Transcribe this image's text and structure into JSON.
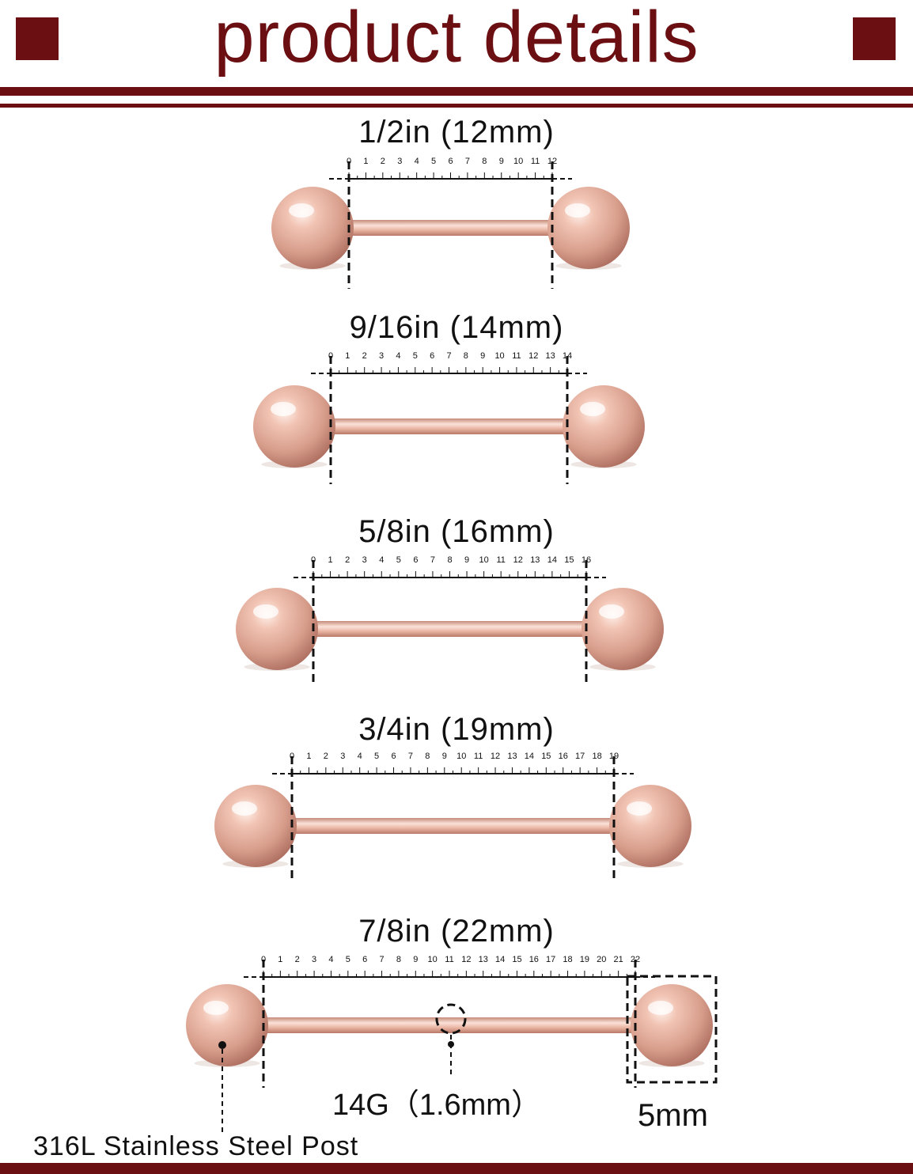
{
  "header": {
    "title": "product details"
  },
  "colors": {
    "accent": "#6b0f12",
    "metal": "#d9a08f",
    "metal_dark": "#b87767",
    "ink": "#111111"
  },
  "barbells": [
    {
      "label": "1/2in (12mm)",
      "mm": 12
    },
    {
      "label": "9/16in (14mm)",
      "mm": 14
    },
    {
      "label": "5/8in (16mm)",
      "mm": 16
    },
    {
      "label": "3/4in (19mm)",
      "mm": 19
    },
    {
      "label": "7/8in (22mm)",
      "mm": 22
    }
  ],
  "annotations": {
    "gauge": "14G（1.6mm）",
    "ball_size": "5mm",
    "material": "316L Stainless Steel Post"
  }
}
